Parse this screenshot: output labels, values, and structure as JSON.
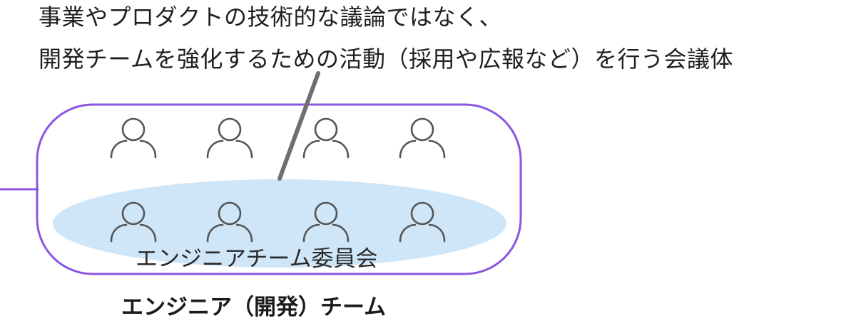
{
  "caption": {
    "line1": "事業やプロダクトの技術的な議論ではなく、",
    "line2": "開発チームを強化するための活動（採用や広報など）を行う会議体"
  },
  "committee": {
    "label": "エンジニアチーム委員会"
  },
  "team": {
    "label": "エンジニア（開発）チーム"
  },
  "members": [
    {
      "icon": "person-outline-icon"
    },
    {
      "icon": "person-outline-icon"
    },
    {
      "icon": "person-outline-icon"
    },
    {
      "icon": "person-outline-icon"
    },
    {
      "icon": "person-outline-icon"
    },
    {
      "icon": "person-outline-icon"
    },
    {
      "icon": "person-outline-icon"
    },
    {
      "icon": "person-outline-icon"
    }
  ],
  "colors": {
    "team_border": "#8a55e0",
    "committee_fill": "#cfe6f8",
    "pointer_line": "#6f6f6f",
    "person_stroke": "#555555"
  }
}
